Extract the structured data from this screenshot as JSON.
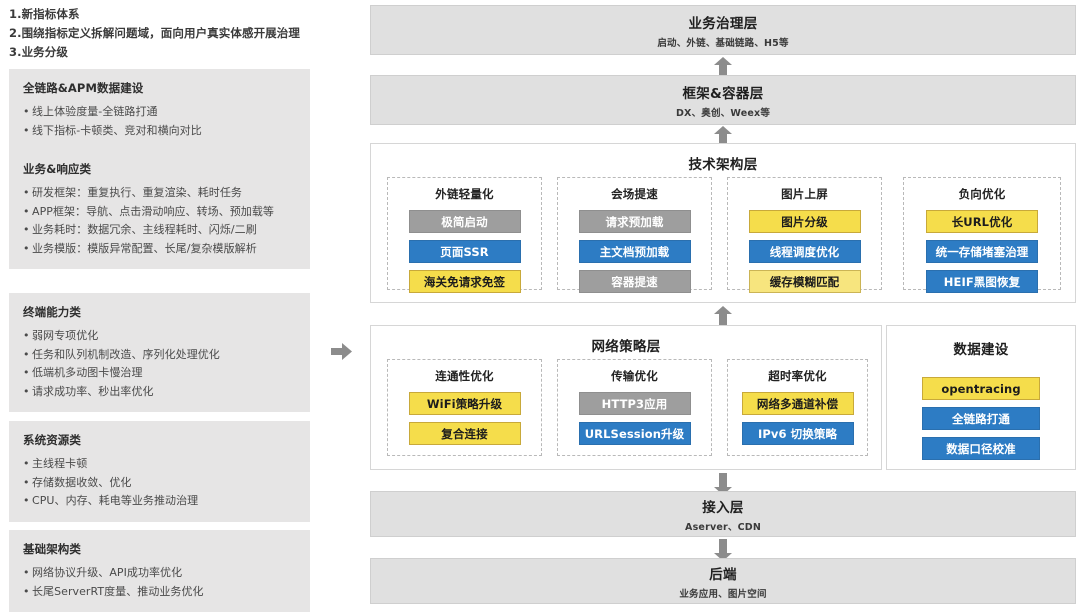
{
  "left_column": {
    "intro_lines": [
      "1.新指标体系",
      "2.围绕指标定义拆解问题域，面向用户真实体感开展治理",
      "3.业务分级"
    ],
    "cards": [
      {
        "title": "全链路&APM数据建设",
        "bullets": [
          "线上体验度量-全链路打通",
          "线下指标-卡顿类、竞对和横向对比"
        ]
      },
      {
        "title": "业务&响应类",
        "bullets": [
          "研发框架：重复执行、重复渲染、耗时任务",
          "APP框架：导航、点击滑动响应、转场、预加载等",
          "业务耗时：数据冗余、主线程耗时、闪烁/二刷",
          "业务模版：模版异常配置、长尾/复杂模版解析"
        ]
      },
      {
        "title": "终端能力类",
        "bullets": [
          "弱网专项优化",
          "任务和队列机制改造、序列化处理优化",
          "低端机多动图卡慢治理",
          "请求成功率、秒出率优化"
        ]
      },
      {
        "title": "系统资源类",
        "bullets": [
          "主线程卡顿",
          "存储数据收敛、优化",
          "CPU、内存、耗电等业务推动治理"
        ]
      },
      {
        "title": "基础架构类",
        "bullets": [
          "网络协议升级、API成功率优化",
          "长尾ServerRT度量、推动业务优化"
        ]
      }
    ]
  },
  "flow_arrow": {
    "icon": "arrow-right-icon",
    "color": "#8c8c8c"
  },
  "right_column": {
    "bands": [
      {
        "title": "业务治理层",
        "subtitle": "启动、外链、基础链路、H5等"
      },
      {
        "title": "框架&容器层",
        "subtitle": "DX、奥创、Weex等"
      },
      {
        "title": "接入层",
        "subtitle": "Aserver、CDN"
      },
      {
        "title": "后端",
        "subtitle": "业务应用、图片空间"
      }
    ],
    "tech_panel": {
      "title": "技术架构层",
      "groups": [
        {
          "title": "外链轻量化",
          "chips": [
            {
              "label": "极简启动",
              "style": "gray"
            },
            {
              "label": "页面SSR",
              "style": "blue"
            },
            {
              "label": "海关免请求免签",
              "style": "yellow"
            }
          ]
        },
        {
          "title": "会场提速",
          "chips": [
            {
              "label": "请求预加载",
              "style": "gray"
            },
            {
              "label": "主文档预加载",
              "style": "blue"
            },
            {
              "label": "容器提速",
              "style": "gray"
            }
          ]
        },
        {
          "title": "图片上屏",
          "chips": [
            {
              "label": "图片分级",
              "style": "yellow"
            },
            {
              "label": "线程调度优化",
              "style": "blue"
            },
            {
              "label": "缓存模糊匹配",
              "style": "yellow-pale"
            }
          ]
        },
        {
          "title": "负向优化",
          "chips": [
            {
              "label": "长URL优化",
              "style": "yellow"
            },
            {
              "label": "统一存储堵塞治理",
              "style": "blue"
            },
            {
              "label": "HEIF黑图恢复",
              "style": "blue"
            }
          ]
        }
      ]
    },
    "network_panel": {
      "title": "网络策略层",
      "groups": [
        {
          "title": "连通性优化",
          "chips": [
            {
              "label": "WiFi策略升级",
              "style": "yellow"
            },
            {
              "label": "复合连接",
              "style": "yellow"
            }
          ]
        },
        {
          "title": "传输优化",
          "chips": [
            {
              "label": "HTTP3应用",
              "style": "gray"
            },
            {
              "label": "URLSession升级",
              "style": "blue"
            }
          ]
        },
        {
          "title": "超时率优化",
          "chips": [
            {
              "label": "网络多通道补偿",
              "style": "yellow"
            },
            {
              "label": "IPv6 切换策略",
              "style": "blue"
            }
          ]
        }
      ]
    },
    "data_panel": {
      "title": "数据建设",
      "chips": [
        {
          "label": "opentracing",
          "style": "yellow"
        },
        {
          "label": "全链路打通",
          "style": "blue"
        },
        {
          "label": "数据口径校准",
          "style": "blue"
        }
      ]
    },
    "connectors": [
      {
        "name": "connector-business-to-framework",
        "direction": "up"
      },
      {
        "name": "connector-framework-to-tech",
        "direction": "up"
      },
      {
        "name": "connector-tech-to-network",
        "direction": "up"
      },
      {
        "name": "connector-network-to-access",
        "direction": "down"
      },
      {
        "name": "connector-access-to-backend",
        "direction": "down"
      }
    ]
  }
}
